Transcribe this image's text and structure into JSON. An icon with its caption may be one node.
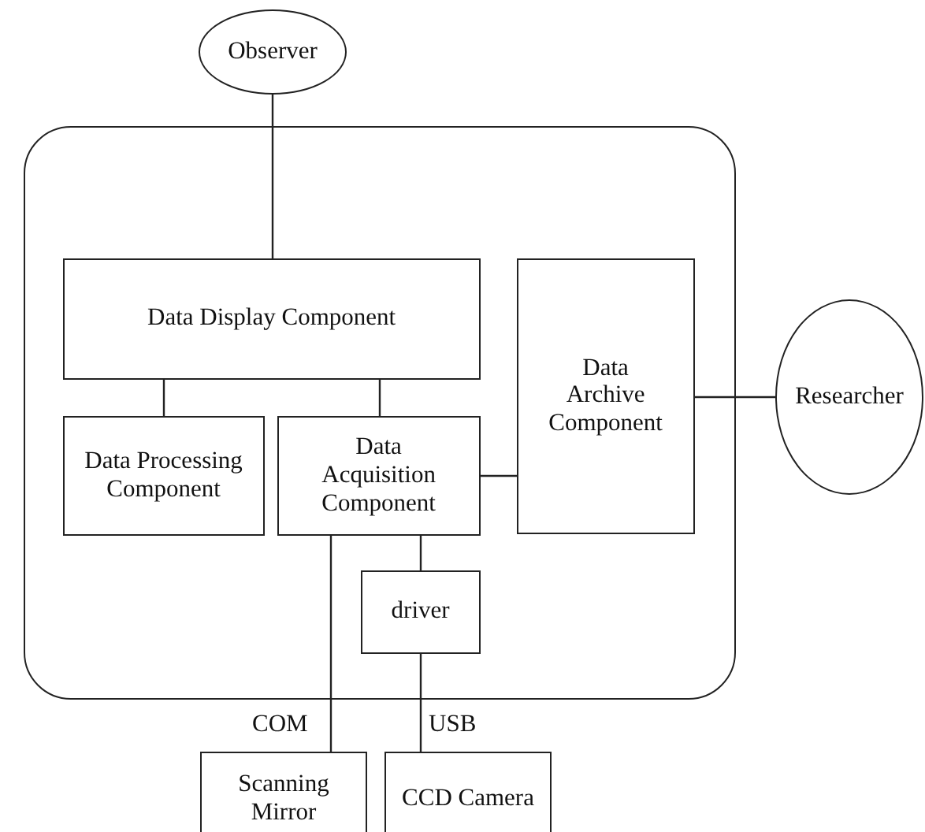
{
  "diagram": {
    "nodes": [
      {
        "text": [
          "Observer"
        ]
      },
      {
        "text": [],
        "shape": "box"
      },
      {
        "text": [
          "Data Display Component"
        ],
        "in": 1
      },
      {
        "text": [
          "Data Processing Component"
        ],
        "in": 1
      },
      {
        "text": [
          "Data Acquisition Component"
        ],
        "in": 1
      },
      {
        "text": [
          "Data Archive Component"
        ],
        "in": 1
      },
      {
        "text": [
          "driver"
        ],
        "in": 1
      },
      {
        "text": [
          "Researcher"
        ]
      },
      {
        "text": [
          "Scanning Mirror"
        ]
      },
      {
        "text": [
          "CCD Camera"
        ]
      }
    ],
    "edges": [
      {
        "from": 0,
        "to": 2,
        "arrow": "none"
      },
      {
        "from": 2,
        "to": 3,
        "arrow": "none"
      },
      {
        "from": 2,
        "to": 4,
        "arrow": "none"
      },
      {
        "from": 4,
        "to": 5,
        "arrow": "none"
      },
      {
        "from": 5,
        "to": 7,
        "arrow": "none"
      },
      {
        "from": 4,
        "to": 6,
        "arrow": "none"
      },
      {
        "from": 4,
        "to": 8,
        "arrow": "none",
        "label": "COM"
      },
      {
        "from": 6,
        "to": 9,
        "arrow": "none",
        "label": "USB"
      }
    ]
  }
}
